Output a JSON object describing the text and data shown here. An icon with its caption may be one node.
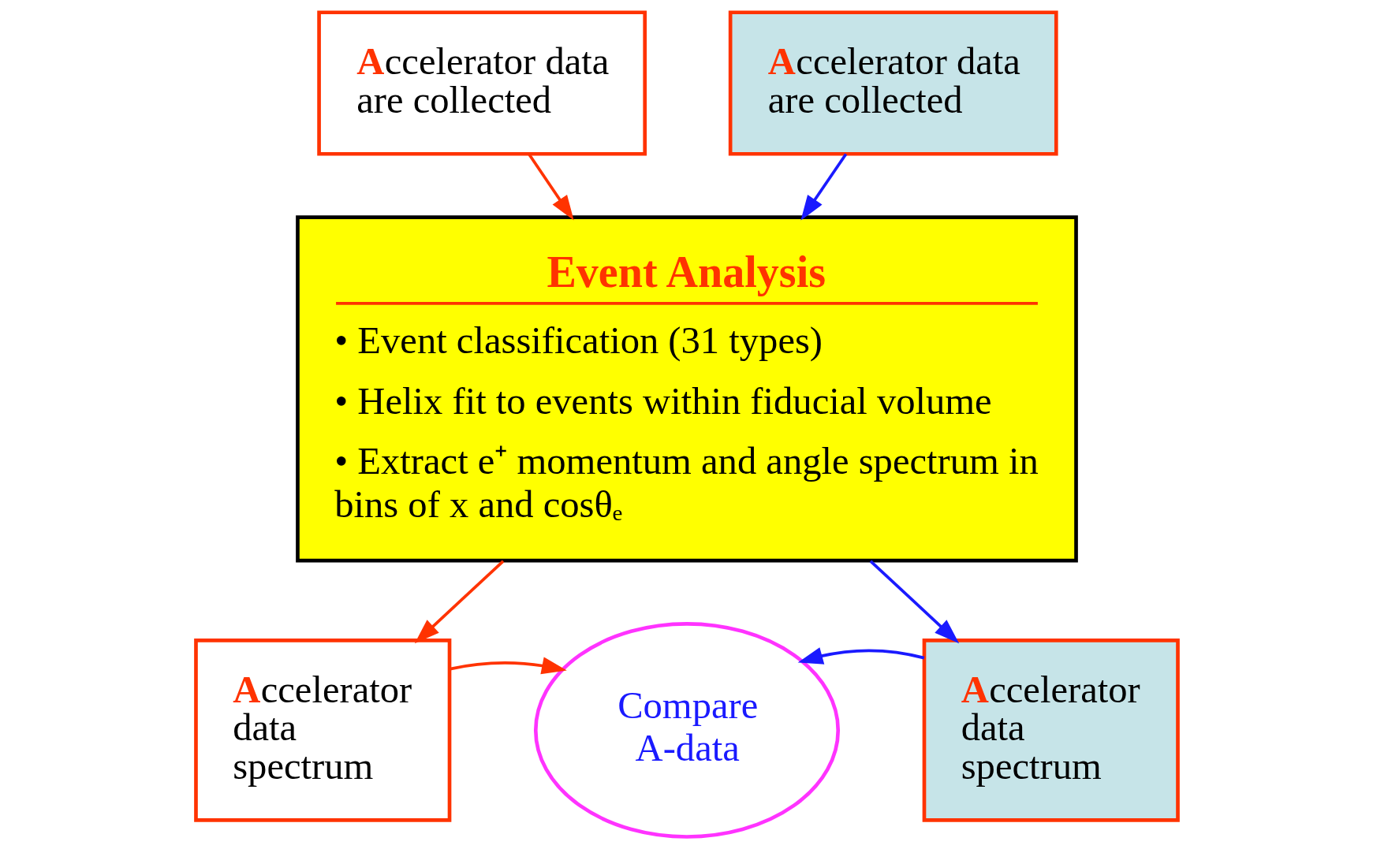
{
  "diagram": {
    "nodes": [
      {
        "text": [
          "Accelerator data are collected"
        ]
      },
      {
        "text": [
          "Accelerator data are collected"
        ]
      },
      {
        "text": [
          "Event Analysis",
          "• Event classification (31 types)",
          "• Helix fit to events within fiducial volume",
          "• Extract e⁺ momentum and angle spectrum in bins of x and cosθₑ"
        ]
      },
      {
        "text": [
          "Accelerator data spectrum"
        ]
      },
      {
        "text": [
          "Compare A-data"
        ]
      },
      {
        "text": [
          "Accelerator data spectrum"
        ]
      }
    ],
    "edges": [
      {
        "from": 0,
        "to": 2,
        "arrow": "to",
        "color": "#ff3300"
      },
      {
        "from": 1,
        "to": 2,
        "arrow": "to",
        "color": "#1a1aff"
      },
      {
        "from": 2,
        "to": 3,
        "arrow": "to",
        "color": "#ff3300"
      },
      {
        "from": 2,
        "to": 5,
        "arrow": "to",
        "color": "#1a1aff"
      },
      {
        "from": 3,
        "to": 4,
        "arrow": "to",
        "color": "#ff3300"
      },
      {
        "from": 5,
        "to": 4,
        "arrow": "to",
        "color": "#1a1aff"
      }
    ]
  }
}
